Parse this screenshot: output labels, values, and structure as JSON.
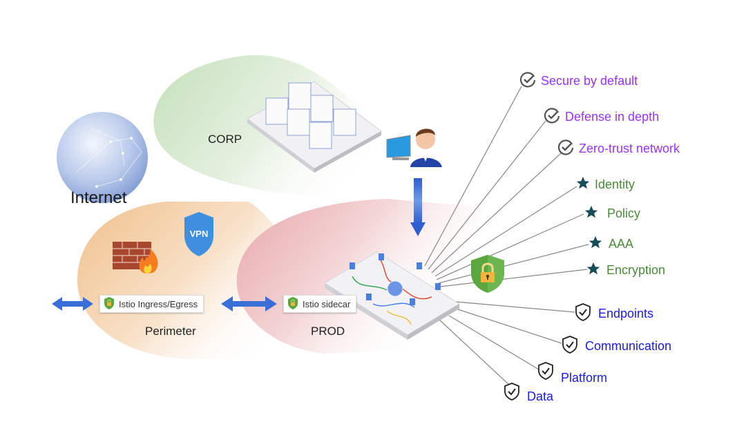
{
  "diagram": {
    "zones": {
      "internet": "Internet",
      "corp": "CORP",
      "perimeter": "Perimeter",
      "prod": "PROD"
    },
    "icons": {
      "vpn": "VPN"
    },
    "gateways": {
      "ingress_egress": "Istio Ingress/Egress",
      "sidecar": "Istio sidecar"
    },
    "principles": {
      "color": "#9933ff",
      "icon": "check-circle-icon",
      "items": [
        "Secure by default",
        "Defense in depth",
        "Zero-trust network"
      ]
    },
    "capabilities": {
      "color": "#4a8a3a",
      "icon": "star-icon",
      "items": [
        "Identity",
        "Policy",
        "AAA",
        "Encryption"
      ]
    },
    "protected": {
      "color": "#1a1aee",
      "icon": "shield-check-icon",
      "items": [
        "Endpoints",
        "Communication",
        "Platform",
        "Data"
      ]
    },
    "colors": {
      "corp_zone": "#c9e2c0",
      "perimeter_zone": "#f2c796",
      "prod_zone": "#eab0b4",
      "arrow": "#3a6fd8",
      "lock_shield": "#5aa63f"
    }
  }
}
